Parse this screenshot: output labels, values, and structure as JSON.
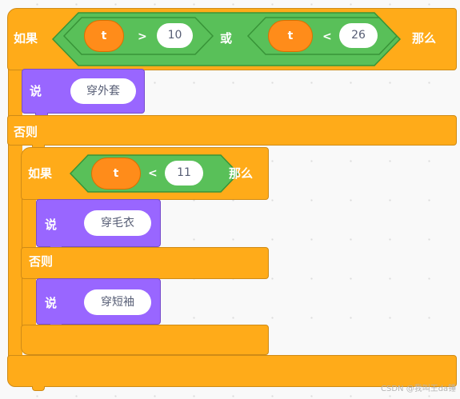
{
  "colors": {
    "control": "#ffab19",
    "control_border": "#cf8b17",
    "looks": "#9966ff",
    "operators": "#59c059",
    "operators_border": "#389438",
    "variable": "#ff8c1a"
  },
  "outer_if": {
    "if_label": "如果",
    "cond_left": {
      "var": "t",
      "op": ">",
      "value": "10"
    },
    "or_label": "或",
    "cond_right": {
      "var": "t",
      "op": "<",
      "value": "26"
    },
    "then_label": "那么",
    "say": {
      "label": "说",
      "text": "穿外套"
    },
    "else_label": "否则"
  },
  "inner_if": {
    "if_label": "如果",
    "cond": {
      "var": "t",
      "op": "<",
      "value": "11"
    },
    "then_label": "那么",
    "say": {
      "label": "说",
      "text": "穿毛衣"
    },
    "else_label": "否则",
    "say_else": {
      "label": "说",
      "text": "穿短袖"
    }
  },
  "watermark": "CSDN @我叫王da锤"
}
